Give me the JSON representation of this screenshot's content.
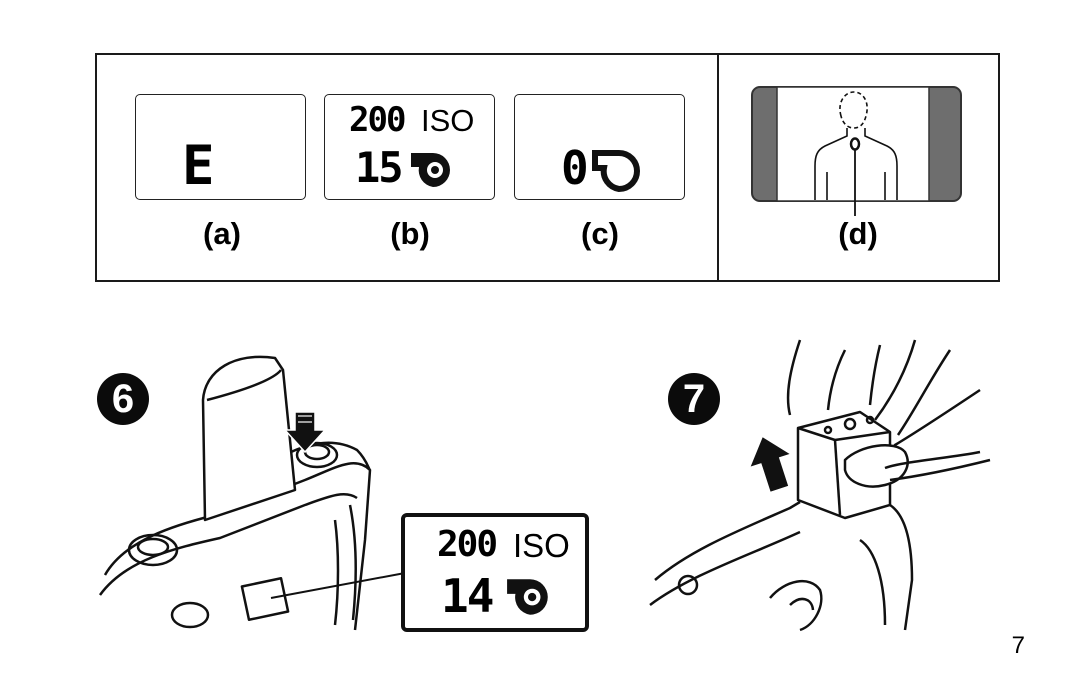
{
  "panel": {
    "lcd_a": {
      "symbol": "E"
    },
    "lcd_b": {
      "film_speed": "200",
      "iso_label": "ISO",
      "frame_count": "15"
    },
    "lcd_c": {
      "frame_count": "0"
    },
    "labels": [
      "(a)",
      "(b)",
      "(c)",
      "(d)"
    ]
  },
  "step6": {
    "badge": "6",
    "lcd": {
      "film_speed": "200",
      "iso_label": "ISO",
      "frame_count": "14"
    }
  },
  "step7": {
    "badge": "7"
  },
  "page_number": "7",
  "icons": [
    "film-roll-icon",
    "down-arrow-icon",
    "up-arrow-icon",
    "person-silhouette-icon",
    "autofocus-mark-icon"
  ]
}
